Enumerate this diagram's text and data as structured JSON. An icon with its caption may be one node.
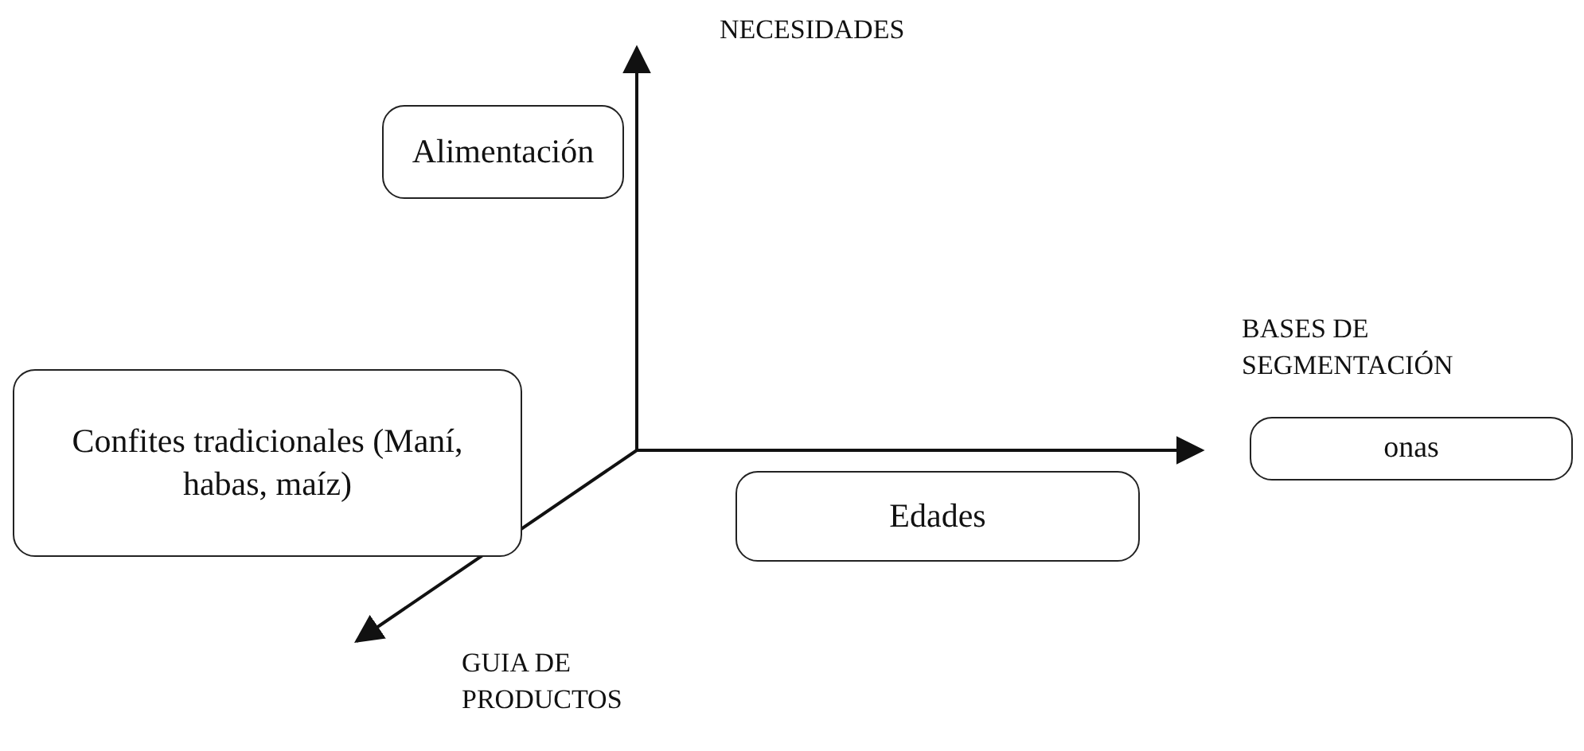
{
  "diagram": {
    "nodes": [
      {
        "text": [
          "Alimentación"
        ]
      },
      {
        "text": [
          "Confites tradicionales (Maní, habas, maíz)"
        ]
      },
      {
        "text": [
          "Edades"
        ]
      },
      {
        "text": [
          "onas"
        ]
      }
    ],
    "labels": [
      "NECESIDADES",
      "BASES DE SEGMENTACIÓN",
      "GUIA DE PRODUCTOS"
    ]
  }
}
